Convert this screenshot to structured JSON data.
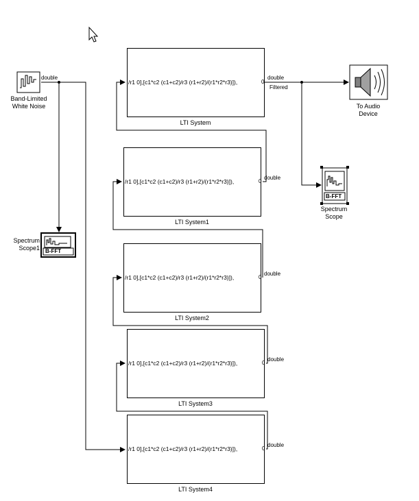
{
  "source": {
    "label": "Band-Limited\nWhite Noise",
    "signal_type": "double"
  },
  "lti_blocks": [
    {
      "name": "LTI System",
      "expr": "/r1 0],[c1*c2 (c1+c2)/r3 (r1+r2)/(r1*r2*r3)]),",
      "port_label": "0",
      "out_signal": "double"
    },
    {
      "name": "LTI System1",
      "expr": "/r1 0],[c1*c2 (c1+c2)/r3 (r1+r2)/(r1*r2*r3)]),",
      "port_label": "0",
      "out_signal": "double"
    },
    {
      "name": "LTI System2",
      "expr": "/r1 0],[c1*c2 (c1+c2)/r3 (r1+r2)/(r1*r2*r3)]),",
      "port_label": "0",
      "out_signal": "double"
    },
    {
      "name": "LTI System3",
      "expr": "/r1 0],[c1*c2 (c1+c2)/r3 (r1+r2)/(r1*r2*r3)]),",
      "port_label": "0",
      "out_signal": "double"
    },
    {
      "name": "LTI System4",
      "expr": "/r1 0],[c1*c2 (c1+c2)/r3 (r1+r2)/(r1*r2*r3)]),",
      "port_label": "0",
      "out_signal": "double"
    }
  ],
  "filtered_label": "Filtered",
  "audio": {
    "label": "To Audio\nDevice"
  },
  "scope": {
    "label": "Spectrum\nScope",
    "inner": "B-FFT"
  },
  "scope1": {
    "label": "Spectrum\nScope1",
    "inner": "B-FFT"
  }
}
